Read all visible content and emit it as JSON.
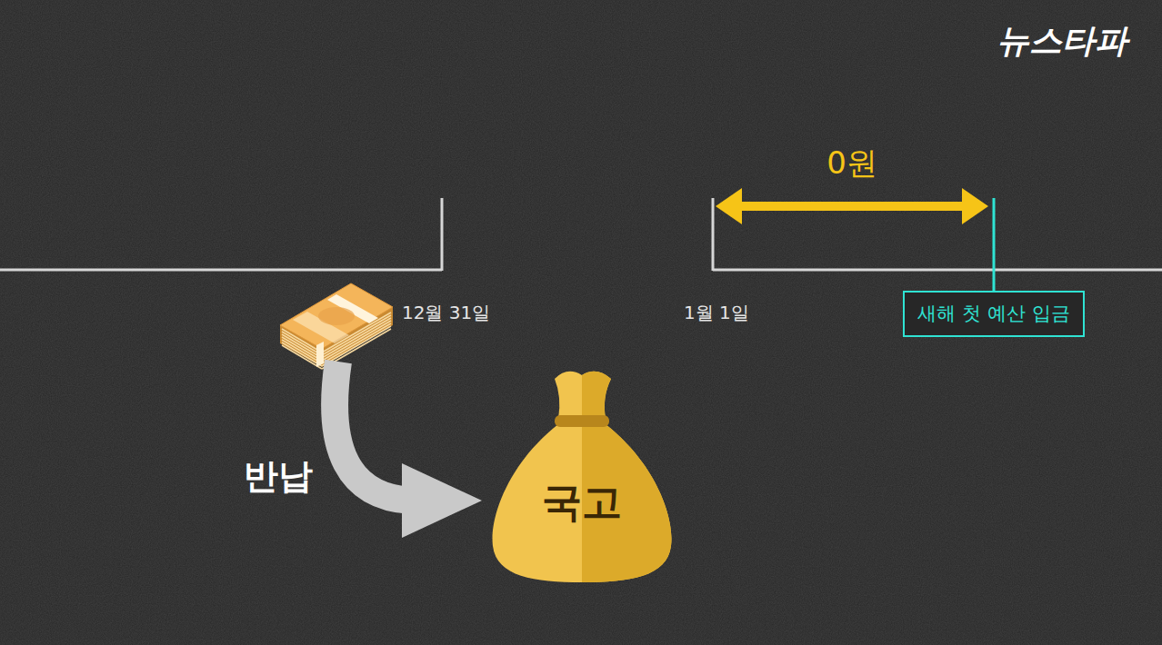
{
  "diagram": {
    "nodes": [
      {
        "text": [
          "새해 첫 예산 입금"
        ]
      },
      {
        "text": [
          "국고"
        ]
      }
    ],
    "labels": [
      "뉴스타파",
      "0원",
      "12월 31일",
      "1월 1일",
      "반납"
    ]
  }
}
